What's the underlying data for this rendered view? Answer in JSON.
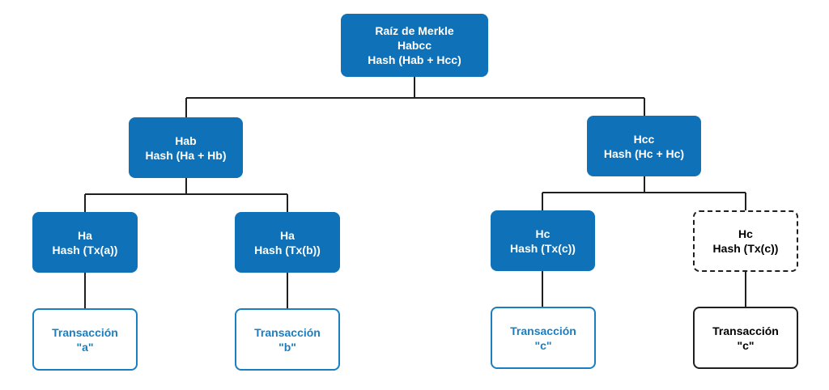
{
  "colors": {
    "node_fill": "#0f72b8",
    "node_text": "#ffffff",
    "tx_border": "#1a7ec1",
    "black": "#1f1f1f",
    "connector": "#1f1f1f"
  },
  "nodes": {
    "root": {
      "lines": [
        "Raíz de Merkle",
        "Habcc",
        "Hash (Hab + Hcc)"
      ]
    },
    "hab": {
      "lines": [
        "Hab",
        "Hash (Ha + Hb)"
      ]
    },
    "hcc": {
      "lines": [
        "Hcc",
        "Hash (Hc + Hc)"
      ]
    },
    "ha": {
      "lines": [
        "Ha",
        "Hash (Tx(a))"
      ]
    },
    "hb": {
      "lines": [
        "Ha",
        "Hash (Tx(b))"
      ]
    },
    "hc": {
      "lines": [
        "Hc",
        "Hash (Tx(c))"
      ]
    },
    "hc_dup": {
      "lines": [
        "Hc",
        "Hash (Tx(c))"
      ]
    },
    "tx_a": {
      "lines": [
        "Transacción",
        "\"a\""
      ]
    },
    "tx_b": {
      "lines": [
        "Transacción",
        "\"b\""
      ]
    },
    "tx_c": {
      "lines": [
        "Transacción",
        "\"c\""
      ]
    },
    "tx_c_dup": {
      "lines": [
        "Transacción",
        "\"c\""
      ]
    }
  }
}
